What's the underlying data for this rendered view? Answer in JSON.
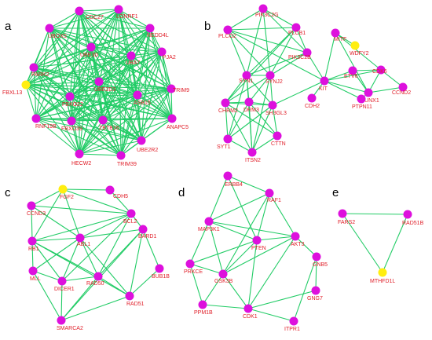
{
  "colors": {
    "edge": "#22cc66",
    "node_default": "#dd10dd",
    "node_highlight": "#ffee10",
    "label": "#e0202a",
    "panel_letter": "#000000"
  },
  "panels": [
    {
      "letter": "a",
      "nodes": [
        {
          "id": "CDC27",
          "label": "CDC27",
          "highlight": false
        },
        {
          "id": "LONRF1",
          "label": "LONRF1",
          "highlight": false
        },
        {
          "id": "UBOX5",
          "label": "UBOX5",
          "highlight": false
        },
        {
          "id": "NEDD4L",
          "label": "NEDD4L",
          "highlight": false
        },
        {
          "id": "UBE3D",
          "label": "UBE3D",
          "highlight": false
        },
        {
          "id": "PJA2",
          "label": "PJA2",
          "highlight": false
        },
        {
          "id": "UBA7",
          "label": "UBA7",
          "highlight": false
        },
        {
          "id": "PARK2",
          "label": "PARK2",
          "highlight": false
        },
        {
          "id": "FBXL13",
          "label": "FBXL13",
          "highlight": true
        },
        {
          "id": "UBE2D3",
          "label": "UBE2D3",
          "highlight": false
        },
        {
          "id": "FBXO22",
          "label": "FBXO22",
          "highlight": false
        },
        {
          "id": "ASB15",
          "label": "ASB15",
          "highlight": false
        },
        {
          "id": "TRIM9",
          "label": "TRIM9",
          "highlight": false
        },
        {
          "id": "RNF19B",
          "label": "RNF19B",
          "highlight": false
        },
        {
          "id": "FBXO39",
          "label": "FBXO39",
          "highlight": false
        },
        {
          "id": "ZBTB16",
          "label": "ZBTB16",
          "highlight": false
        },
        {
          "id": "ANAPC5",
          "label": "ANAPC5",
          "highlight": false
        },
        {
          "id": "UBE2R2",
          "label": "UBE2R2",
          "highlight": false
        },
        {
          "id": "HECW2",
          "label": "HECW2",
          "highlight": false
        },
        {
          "id": "TRIM39",
          "label": "TRIM39",
          "highlight": false
        }
      ],
      "edges": "complete"
    },
    {
      "letter": "b",
      "nodes": [
        {
          "id": "PIK3C2G",
          "label": "PIK3C2G",
          "highlight": false
        },
        {
          "id": "PLCG2",
          "label": "PLCG2",
          "highlight": false
        },
        {
          "id": "PLCB1",
          "label": "PLCB1",
          "highlight": false
        },
        {
          "id": "MITF",
          "label": "MITF",
          "highlight": false
        },
        {
          "id": "WDFY2",
          "label": "WDFY2",
          "highlight": true
        },
        {
          "id": "PIK3C2B",
          "label": "PIK3C2B",
          "highlight": false
        },
        {
          "id": "CDK6",
          "label": "CDK6",
          "highlight": false
        },
        {
          "id": "ETV6",
          "label": "ETV6",
          "highlight": false
        },
        {
          "id": "SYN1",
          "label": "SYN1",
          "highlight": false
        },
        {
          "id": "SYNJ2",
          "label": "SYNJ2",
          "highlight": false
        },
        {
          "id": "KIT",
          "label": "KIT",
          "highlight": false
        },
        {
          "id": "RUNX1",
          "label": "RUNX1",
          "highlight": false
        },
        {
          "id": "CCND2",
          "label": "CCND2",
          "highlight": false
        },
        {
          "id": "CHRM2",
          "label": "CHRM2",
          "highlight": false
        },
        {
          "id": "DRM3",
          "label": "DRM3",
          "highlight": false
        },
        {
          "id": "SH3GL3",
          "label": "SH3GL3",
          "highlight": false
        },
        {
          "id": "CDH2",
          "label": "CDH2",
          "highlight": false
        },
        {
          "id": "PTPN11",
          "label": "PTPN11",
          "highlight": false
        },
        {
          "id": "SYT1",
          "label": "SYT1",
          "highlight": false
        },
        {
          "id": "ITSN2",
          "label": "ITSN2",
          "highlight": false
        },
        {
          "id": "CTTN",
          "label": "CTTN",
          "highlight": false
        }
      ],
      "edges": [
        [
          "PIK3C2G",
          "PLCG2"
        ],
        [
          "PIK3C2G",
          "PLCB1"
        ],
        [
          "PIK3C2G",
          "PIK3C2B"
        ],
        [
          "PIK3C2G",
          "SYN1"
        ],
        [
          "PIK3C2G",
          "SYNJ2"
        ],
        [
          "PLCG2",
          "PLCB1"
        ],
        [
          "PLCG2",
          "PIK3C2B"
        ],
        [
          "PLCG2",
          "SYN1"
        ],
        [
          "PLCG2",
          "SYNJ2"
        ],
        [
          "PLCG2",
          "KIT"
        ],
        [
          "PLCB1",
          "PIK3C2B"
        ],
        [
          "PLCB1",
          "SYN1"
        ],
        [
          "PLCB1",
          "SYNJ2"
        ],
        [
          "PLCB1",
          "CHRM2"
        ],
        [
          "PIK3C2B",
          "SYN1"
        ],
        [
          "PIK3C2B",
          "SYNJ2"
        ],
        [
          "PIK3C2B",
          "KIT"
        ],
        [
          "SYN1",
          "SYNJ2"
        ],
        [
          "SYN1",
          "CHRM2"
        ],
        [
          "SYN1",
          "DRM3"
        ],
        [
          "SYN1",
          "SH3GL3"
        ],
        [
          "SYN1",
          "SYT1"
        ],
        [
          "SYN1",
          "ITSN2"
        ],
        [
          "SYNJ2",
          "CHRM2"
        ],
        [
          "SYNJ2",
          "DRM3"
        ],
        [
          "SYNJ2",
          "SH3GL3"
        ],
        [
          "SYNJ2",
          "ITSN2"
        ],
        [
          "CHRM2",
          "DRM3"
        ],
        [
          "CHRM2",
          "SH3GL3"
        ],
        [
          "CHRM2",
          "SYT1"
        ],
        [
          "CHRM2",
          "ITSN2"
        ],
        [
          "CHRM2",
          "CTTN"
        ],
        [
          "DRM3",
          "SH3GL3"
        ],
        [
          "DRM3",
          "SYT1"
        ],
        [
          "DRM3",
          "ITSN2"
        ],
        [
          "DRM3",
          "CTTN"
        ],
        [
          "SH3GL3",
          "ITSN2"
        ],
        [
          "SH3GL3",
          "CTTN"
        ],
        [
          "SH3GL3",
          "KIT"
        ],
        [
          "SH3GL3",
          "SYT1"
        ],
        [
          "SYT1",
          "ITSN2"
        ],
        [
          "ITSN2",
          "CTTN"
        ],
        [
          "KIT",
          "MITF"
        ],
        [
          "KIT",
          "CDK6"
        ],
        [
          "KIT",
          "ETV6"
        ],
        [
          "KIT",
          "RUNX1"
        ],
        [
          "KIT",
          "PTPN11"
        ],
        [
          "KIT",
          "CDH2"
        ],
        [
          "MITF",
          "WDFY2"
        ],
        [
          "MITF",
          "CDK6"
        ],
        [
          "MITF",
          "RUNX1"
        ],
        [
          "CDK6",
          "ETV6"
        ],
        [
          "CDK6",
          "RUNX1"
        ],
        [
          "CDK6",
          "CCND2"
        ],
        [
          "ETV6",
          "RUNX1"
        ],
        [
          "RUNX1",
          "CCND2"
        ],
        [
          "RUNX1",
          "PTPN11"
        ]
      ]
    },
    {
      "letter": "c",
      "nodes": [
        {
          "id": "FGF2",
          "label": "FGF2",
          "highlight": true
        },
        {
          "id": "CDH5",
          "label": "CDH5",
          "highlight": false
        },
        {
          "id": "CCND3",
          "label": "CCND3",
          "highlight": false
        },
        {
          "id": "BCL2",
          "label": "BCL2",
          "highlight": false
        },
        {
          "id": "BARD1",
          "label": "BARD1",
          "highlight": false
        },
        {
          "id": "RB1",
          "label": "RB1",
          "highlight": false
        },
        {
          "id": "ABL1",
          "label": "ABL1",
          "highlight": false
        },
        {
          "id": "MLL",
          "label": "MLL",
          "highlight": false
        },
        {
          "id": "RAD50",
          "label": "RAD50",
          "highlight": false
        },
        {
          "id": "DICER1",
          "label": "DICER1",
          "highlight": false
        },
        {
          "id": "BUB1B",
          "label": "BUB1B",
          "highlight": false
        },
        {
          "id": "RAD51",
          "label": "RAD51",
          "highlight": false
        },
        {
          "id": "SMARCA2",
          "label": "SMARCA2",
          "highlight": false
        }
      ],
      "edges": [
        [
          "FGF2",
          "CCND3"
        ],
        [
          "FGF2",
          "BCL2"
        ],
        [
          "FGF2",
          "RB1"
        ],
        [
          "FGF2",
          "ABL1"
        ],
        [
          "FGF2",
          "CDH5"
        ],
        [
          "CDH5",
          "BCL2"
        ],
        [
          "CCND3",
          "BCL2"
        ],
        [
          "CCND3",
          "RB1"
        ],
        [
          "CCND3",
          "ABL1"
        ],
        [
          "BCL2",
          "BARD1"
        ],
        [
          "BCL2",
          "RB1"
        ],
        [
          "BCL2",
          "ABL1"
        ],
        [
          "BCL2",
          "RAD50"
        ],
        [
          "BCL2",
          "DICER1"
        ],
        [
          "BARD1",
          "ABL1"
        ],
        [
          "BARD1",
          "RAD50"
        ],
        [
          "BARD1",
          "RAD51"
        ],
        [
          "BARD1",
          "BUB1B"
        ],
        [
          "BARD1",
          "SMARCA2"
        ],
        [
          "RB1",
          "ABL1"
        ],
        [
          "RB1",
          "MLL"
        ],
        [
          "RB1",
          "RAD50"
        ],
        [
          "RB1",
          "DICER1"
        ],
        [
          "RB1",
          "RAD51"
        ],
        [
          "ABL1",
          "MLL"
        ],
        [
          "ABL1",
          "RAD50"
        ],
        [
          "ABL1",
          "DICER1"
        ],
        [
          "ABL1",
          "RAD51"
        ],
        [
          "MLL",
          "SMARCA2"
        ],
        [
          "MLL",
          "DICER1"
        ],
        [
          "RAD50",
          "RAD51"
        ],
        [
          "RAD50",
          "DICER1"
        ],
        [
          "RAD50",
          "SMARCA2"
        ],
        [
          "DICER1",
          "SMARCA2"
        ],
        [
          "RAD51",
          "SMARCA2"
        ],
        [
          "BUB1B",
          "RAD51"
        ]
      ]
    },
    {
      "letter": "d",
      "nodes": [
        {
          "id": "ERBB4",
          "label": "ERBB4",
          "highlight": false
        },
        {
          "id": "RAF1",
          "label": "RAF1",
          "highlight": false
        },
        {
          "id": "MAP3K1",
          "label": "MAP3K1",
          "highlight": false
        },
        {
          "id": "PTEN",
          "label": "PTEN",
          "highlight": false
        },
        {
          "id": "AKT3",
          "label": "AKT3",
          "highlight": false
        },
        {
          "id": "GNB5",
          "label": "GNB5",
          "highlight": false
        },
        {
          "id": "PRKCE",
          "label": "PRKCE",
          "highlight": false
        },
        {
          "id": "GSK3B",
          "label": "GSK3B",
          "highlight": false
        },
        {
          "id": "PPM1B",
          "label": "PPM1B",
          "highlight": false
        },
        {
          "id": "CDK1",
          "label": "CDK1",
          "highlight": false
        },
        {
          "id": "GNG7",
          "label": "GNG7",
          "highlight": false
        },
        {
          "id": "ITPR1",
          "label": "ITPR1",
          "highlight": false
        }
      ],
      "edges": [
        [
          "ERBB4",
          "RAF1"
        ],
        [
          "ERBB4",
          "PTEN"
        ],
        [
          "ERBB4",
          "MAP3K1"
        ],
        [
          "RAF1",
          "MAP3K1"
        ],
        [
          "RAF1",
          "PTEN"
        ],
        [
          "RAF1",
          "AKT3"
        ],
        [
          "RAF1",
          "GSK3B"
        ],
        [
          "MAP3K1",
          "PTEN"
        ],
        [
          "MAP3K1",
          "PRKCE"
        ],
        [
          "MAP3K1",
          "GSK3B"
        ],
        [
          "MAP3K1",
          "AKT3"
        ],
        [
          "PTEN",
          "AKT3"
        ],
        [
          "PTEN",
          "GSK3B"
        ],
        [
          "PTEN",
          "PRKCE"
        ],
        [
          "PTEN",
          "CDK1"
        ],
        [
          "AKT3",
          "GSK3B"
        ],
        [
          "AKT3",
          "GNB5"
        ],
        [
          "AKT3",
          "CDK1"
        ],
        [
          "GNB5",
          "GNG7"
        ],
        [
          "GNB5",
          "ITPR1"
        ],
        [
          "PRKCE",
          "GSK3B"
        ],
        [
          "PRKCE",
          "PPM1B"
        ],
        [
          "GSK3B",
          "CDK1"
        ],
        [
          "GSK3B",
          "PPM1B"
        ],
        [
          "PPM1B",
          "CDK1"
        ],
        [
          "CDK1",
          "ITPR1"
        ],
        [
          "CDK1",
          "GNG7"
        ]
      ]
    },
    {
      "letter": "e",
      "nodes": [
        {
          "id": "FARS2",
          "label": "FARS2",
          "highlight": false
        },
        {
          "id": "RAD51B",
          "label": "RAD51B",
          "highlight": false
        },
        {
          "id": "MTHFD1L",
          "label": "MTHFD1L",
          "highlight": true
        }
      ],
      "edges": [
        [
          "FARS2",
          "RAD51B"
        ],
        [
          "FARS2",
          "MTHFD1L"
        ],
        [
          "RAD51B",
          "MTHFD1L"
        ]
      ]
    }
  ]
}
